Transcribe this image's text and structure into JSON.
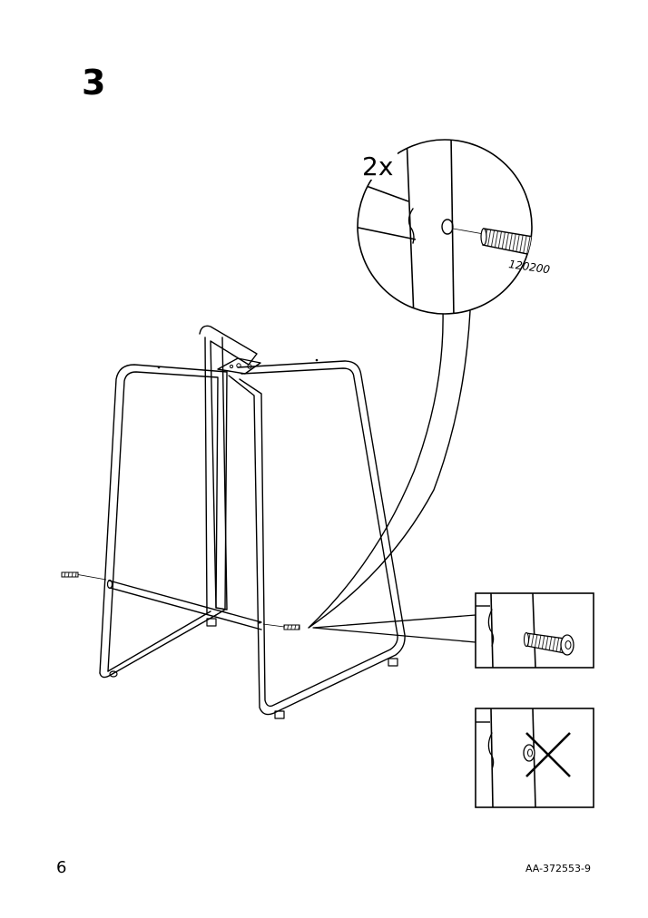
{
  "step": {
    "number": "3"
  },
  "callout": {
    "quantity": "2x",
    "part_number": "120200"
  },
  "footer": {
    "page_number": "6",
    "document_code": "AA-372553-9"
  },
  "icons": [
    "screw-icon",
    "cross-mark-icon"
  ]
}
